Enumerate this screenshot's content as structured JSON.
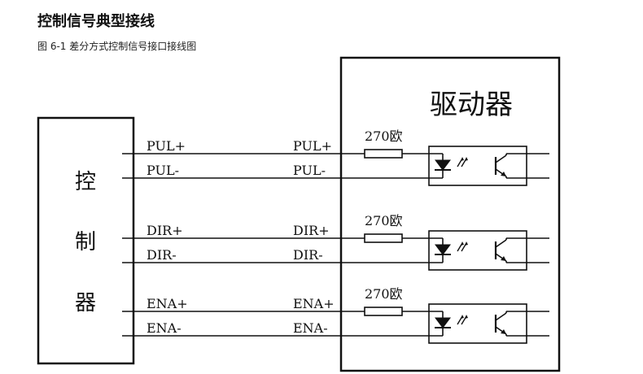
{
  "heading": "控制信号典型接线",
  "caption": "图 6-1  差分方式控制信号接口接线图",
  "controller_label": [
    "控",
    "制",
    "器"
  ],
  "driver_label": "驱动器",
  "resistor_label": "270欧",
  "signals": [
    {
      "plus": "PUL+",
      "minus": "PUL-"
    },
    {
      "plus": "DIR+",
      "minus": "DIR-"
    },
    {
      "plus": "ENA+",
      "minus": "ENA-"
    }
  ]
}
